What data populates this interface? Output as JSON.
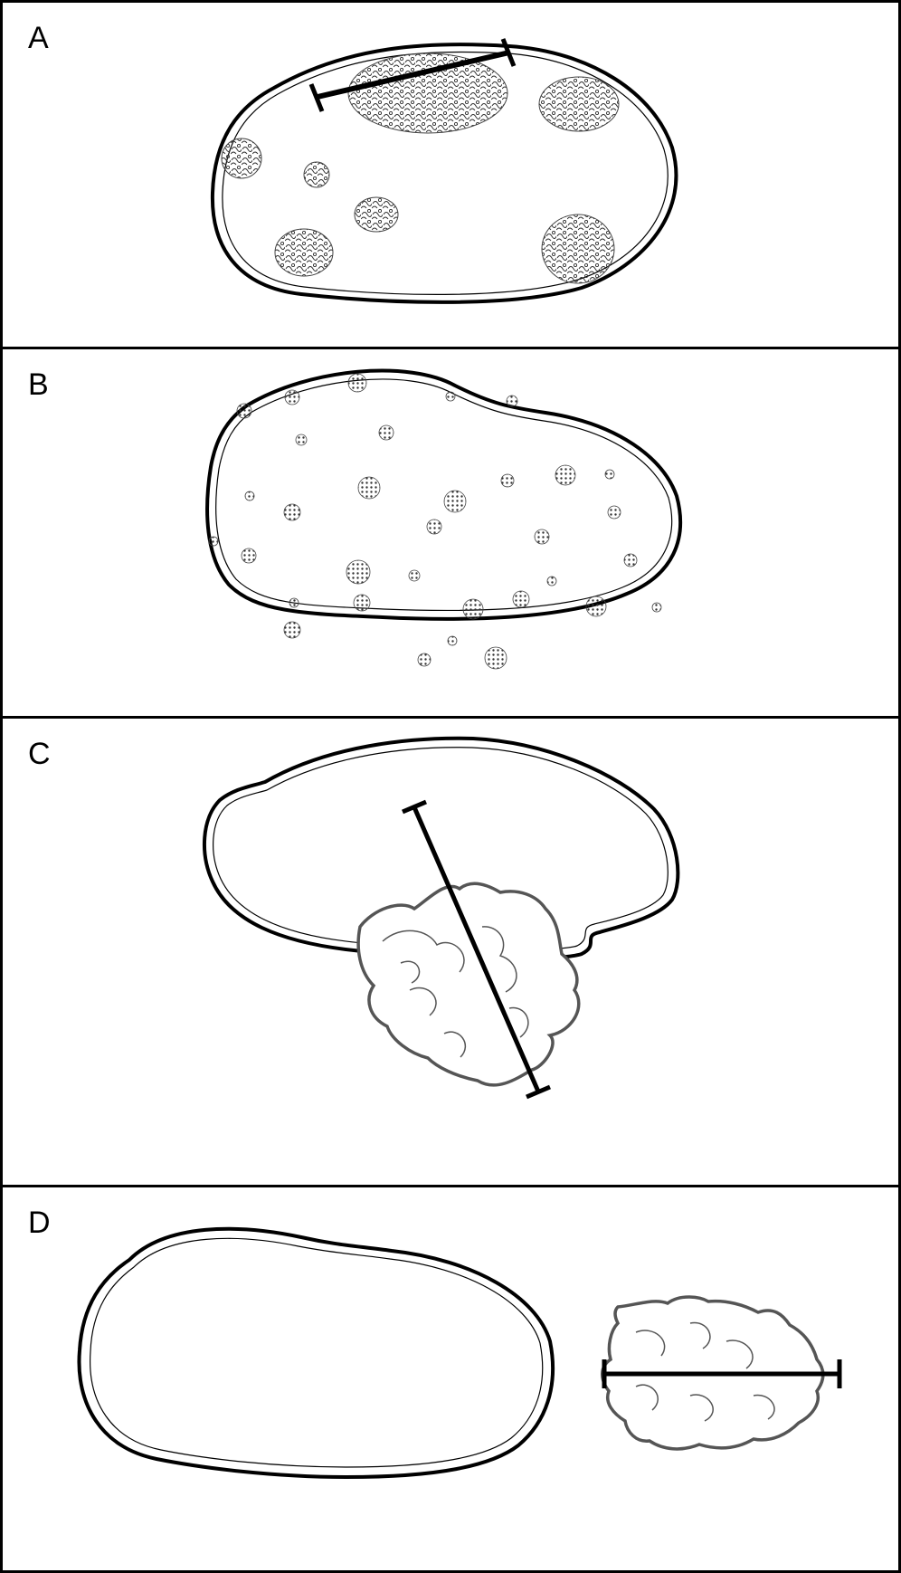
{
  "panels": [
    {
      "label": "A"
    },
    {
      "label": "B"
    },
    {
      "label": "C"
    },
    {
      "label": "D"
    }
  ],
  "colors": {
    "line": "#000000",
    "stipple": "#555555",
    "background": "#ffffff"
  },
  "icons": [
    "cell-outline-icon",
    "nuclear-cluster-icon",
    "scale-bar-icon",
    "irregular-body-icon"
  ]
}
